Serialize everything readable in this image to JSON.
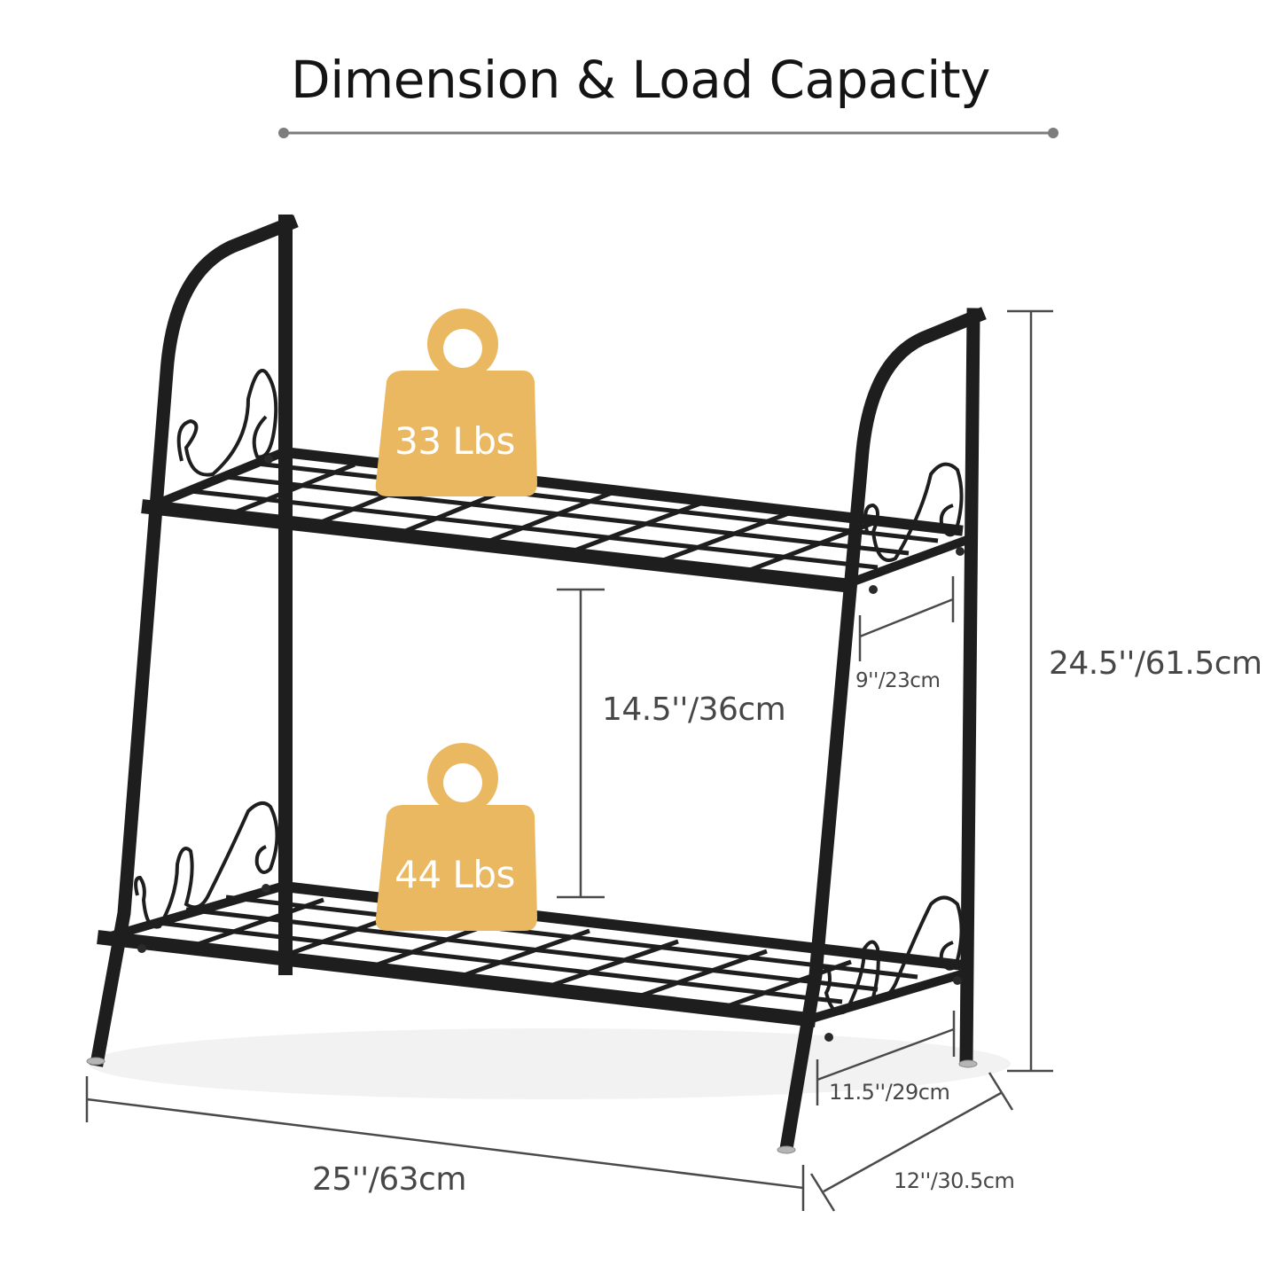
{
  "header": {
    "title": "Dimension & Load Capacity"
  },
  "product": {
    "name": "2-tier metal plant stand",
    "frame_color": "#1e1e1e",
    "accent_color": "#ebb862"
  },
  "load_capacity": {
    "top_shelf": "33 Lbs",
    "bottom_shelf": "44 Lbs",
    "icon": "weight-icon"
  },
  "dimensions": {
    "total_height": "24.5''/61.5cm",
    "shelf_spacing": "14.5''/36cm",
    "top_shelf_depth": "9''/23cm",
    "bottom_shelf_depth": "11.5''/29cm",
    "base_depth": "12''/30.5cm",
    "width": "25''/63cm"
  }
}
